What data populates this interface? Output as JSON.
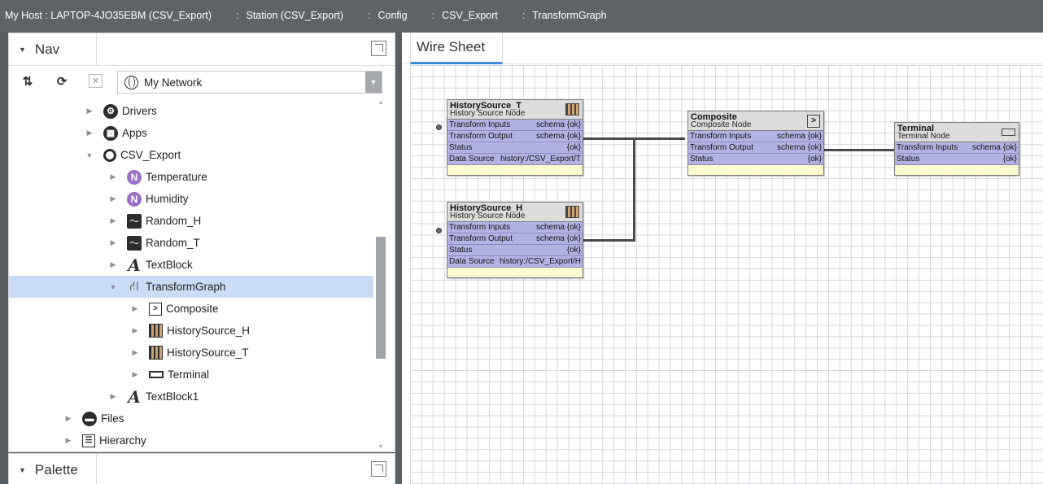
{
  "breadcrumb": [
    "My Host : LAPTOP-4JO35EBM (CSV_Export)",
    "Station (CSV_Export)",
    "Config",
    "CSV_Export",
    "TransformGraph"
  ],
  "nav": {
    "title": "Nav",
    "network": "My Network",
    "tree": [
      {
        "label": "Drivers",
        "icon": "drivers-icon"
      },
      {
        "label": "Apps",
        "icon": "apps-icon"
      },
      {
        "label": "CSV_Export",
        "icon": "folder-ring-icon"
      },
      {
        "label": "Temperature",
        "icon": "numeric-point-icon"
      },
      {
        "label": "Humidity",
        "icon": "numeric-point-icon"
      },
      {
        "label": "Random_H",
        "icon": "random-wave-icon"
      },
      {
        "label": "Random_T",
        "icon": "random-wave-icon"
      },
      {
        "label": "TextBlock",
        "icon": "text-block-icon"
      },
      {
        "label": "TransformGraph",
        "icon": "transform-graph-icon"
      },
      {
        "label": "Composite",
        "icon": "composite-icon"
      },
      {
        "label": "HistorySource_H",
        "icon": "history-source-icon"
      },
      {
        "label": "HistorySource_T",
        "icon": "history-source-icon"
      },
      {
        "label": "Terminal",
        "icon": "terminal-icon"
      },
      {
        "label": "TextBlock1",
        "icon": "text-block-icon"
      },
      {
        "label": "Files",
        "icon": "files-icon"
      },
      {
        "label": "Hierarchy",
        "icon": "hierarchy-icon"
      }
    ]
  },
  "palette": {
    "title": "Palette"
  },
  "wiresheet": {
    "tab": "Wire Sheet",
    "nodes": {
      "hst": {
        "name": "HistorySource_T",
        "type": "History Source Node",
        "slots": [
          {
            "name": "Transform Inputs",
            "value": "schema {ok}"
          },
          {
            "name": "Transform Output",
            "value": "schema {ok}"
          },
          {
            "name": "Status",
            "value": "{ok}"
          },
          {
            "name": "Data Source",
            "value": "history:/CSV_Export/T"
          }
        ]
      },
      "hsh": {
        "name": "HistorySource_H",
        "type": "History Source Node",
        "slots": [
          {
            "name": "Transform Inputs",
            "value": "schema {ok}"
          },
          {
            "name": "Transform Output",
            "value": "schema {ok}"
          },
          {
            "name": "Status",
            "value": "{ok}"
          },
          {
            "name": "Data Source",
            "value": "history:/CSV_Export/H"
          }
        ]
      },
      "comp": {
        "name": "Composite",
        "type": "Composite Node",
        "slots": [
          {
            "name": "Transform Inputs",
            "value": "schema {ok}"
          },
          {
            "name": "Transform Output",
            "value": "schema {ok}"
          },
          {
            "name": "Status",
            "value": "{ok}"
          }
        ]
      },
      "term": {
        "name": "Terminal",
        "type": "Terminal Node",
        "slots": [
          {
            "name": "Transform Inputs",
            "value": "schema {ok}"
          },
          {
            "name": "Status",
            "value": "{ok}"
          }
        ]
      }
    }
  }
}
